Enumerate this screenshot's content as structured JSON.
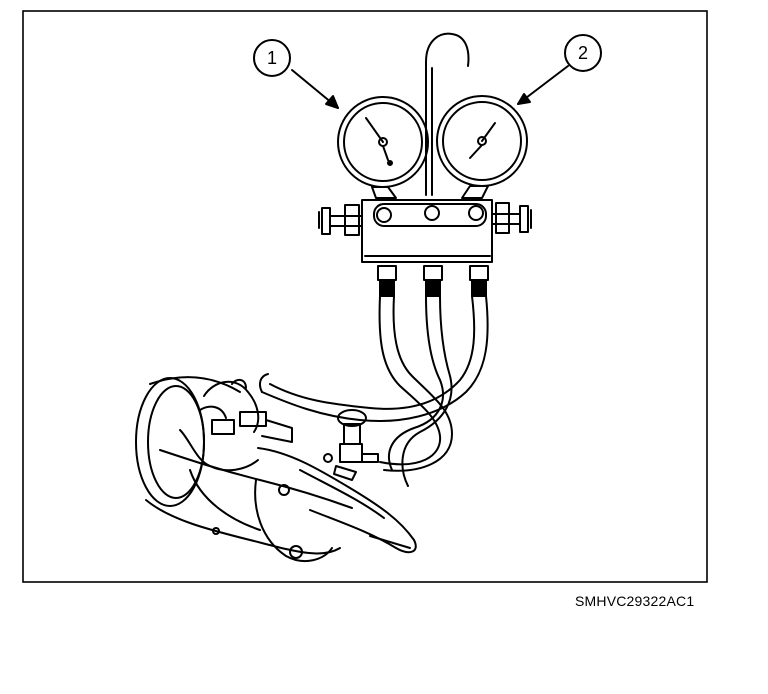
{
  "callouts": [
    {
      "number": "1"
    },
    {
      "number": "2"
    }
  ],
  "figure_code": "SMHVC29322AC1",
  "colors": {
    "ink": "#000000",
    "paper": "#ffffff"
  }
}
